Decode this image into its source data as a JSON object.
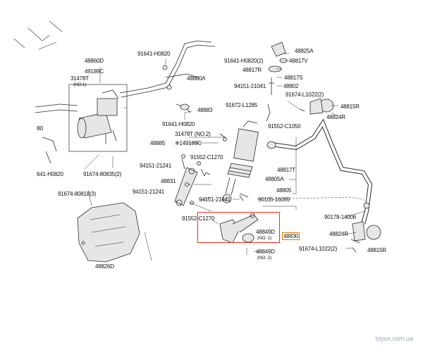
{
  "labels": {
    "l48860D": "48860D",
    "l49189C": "49189C",
    "l31478T_a": "31478T",
    "l31478T_a_no": "(NO.1)",
    "l91641_top": "91641-H0820",
    "l91641_mid": "91641-H0820",
    "l91641_right": "91641-H0820(2)",
    "l48880A": "48880A",
    "l48883": "48883",
    "l31478T_b": "31478T (NO.2)",
    "l48885": "48885",
    "l49189C_b": "※149189C",
    "l80": "80",
    "l641": "641-H0820",
    "l91674_80835": "91674-80835(2)",
    "l91674_80818": "91674-80818(3)",
    "l48826D": "48826D",
    "l48825A": "48825A",
    "l48817V": "48817V",
    "l48817R": "48817R",
    "l48817S": "48817S",
    "l48802": "48802",
    "l94151_21041": "94151-21041",
    "l91674_L1022_top": "91674-L1022(2)",
    "l48815R_top": "48815R",
    "l48824R_top": "48824R",
    "l91672": "91672-L1285",
    "l91552_C1050": "91552-C1050",
    "l91552_C1270_a": "91552-C1270",
    "l94151_21241_a": "94151-21241",
    "l94151_21241_b": "94151-21241",
    "l48831": "48831",
    "l48817T": "48817T",
    "l48805A": "48805A",
    "l48805": "48805",
    "l94151_21641": "94151-21641",
    "l90105": "90105-16089",
    "l91552_C1270_b": "91552-C1270",
    "l48849D_1": "48849D",
    "l48849D_1_no": "(NO. 1)",
    "l48830": "48830",
    "l48849D_2": "48849D",
    "l48849D_2_no": "(NO. 2)",
    "l90178": "90178-14006",
    "l48824R_bot": "48824R",
    "l91674_L1022_bot": "91674-L1022(2)",
    "l48815R_bot": "48815R"
  },
  "watermark": "toyox.com.ua",
  "colors": {
    "line": "#2b2b2b",
    "part_fill": "#e6e6e6",
    "highlight_box": "#e1301f",
    "highlight_label": "#e07a00",
    "watermark": "#9aa8bd"
  }
}
